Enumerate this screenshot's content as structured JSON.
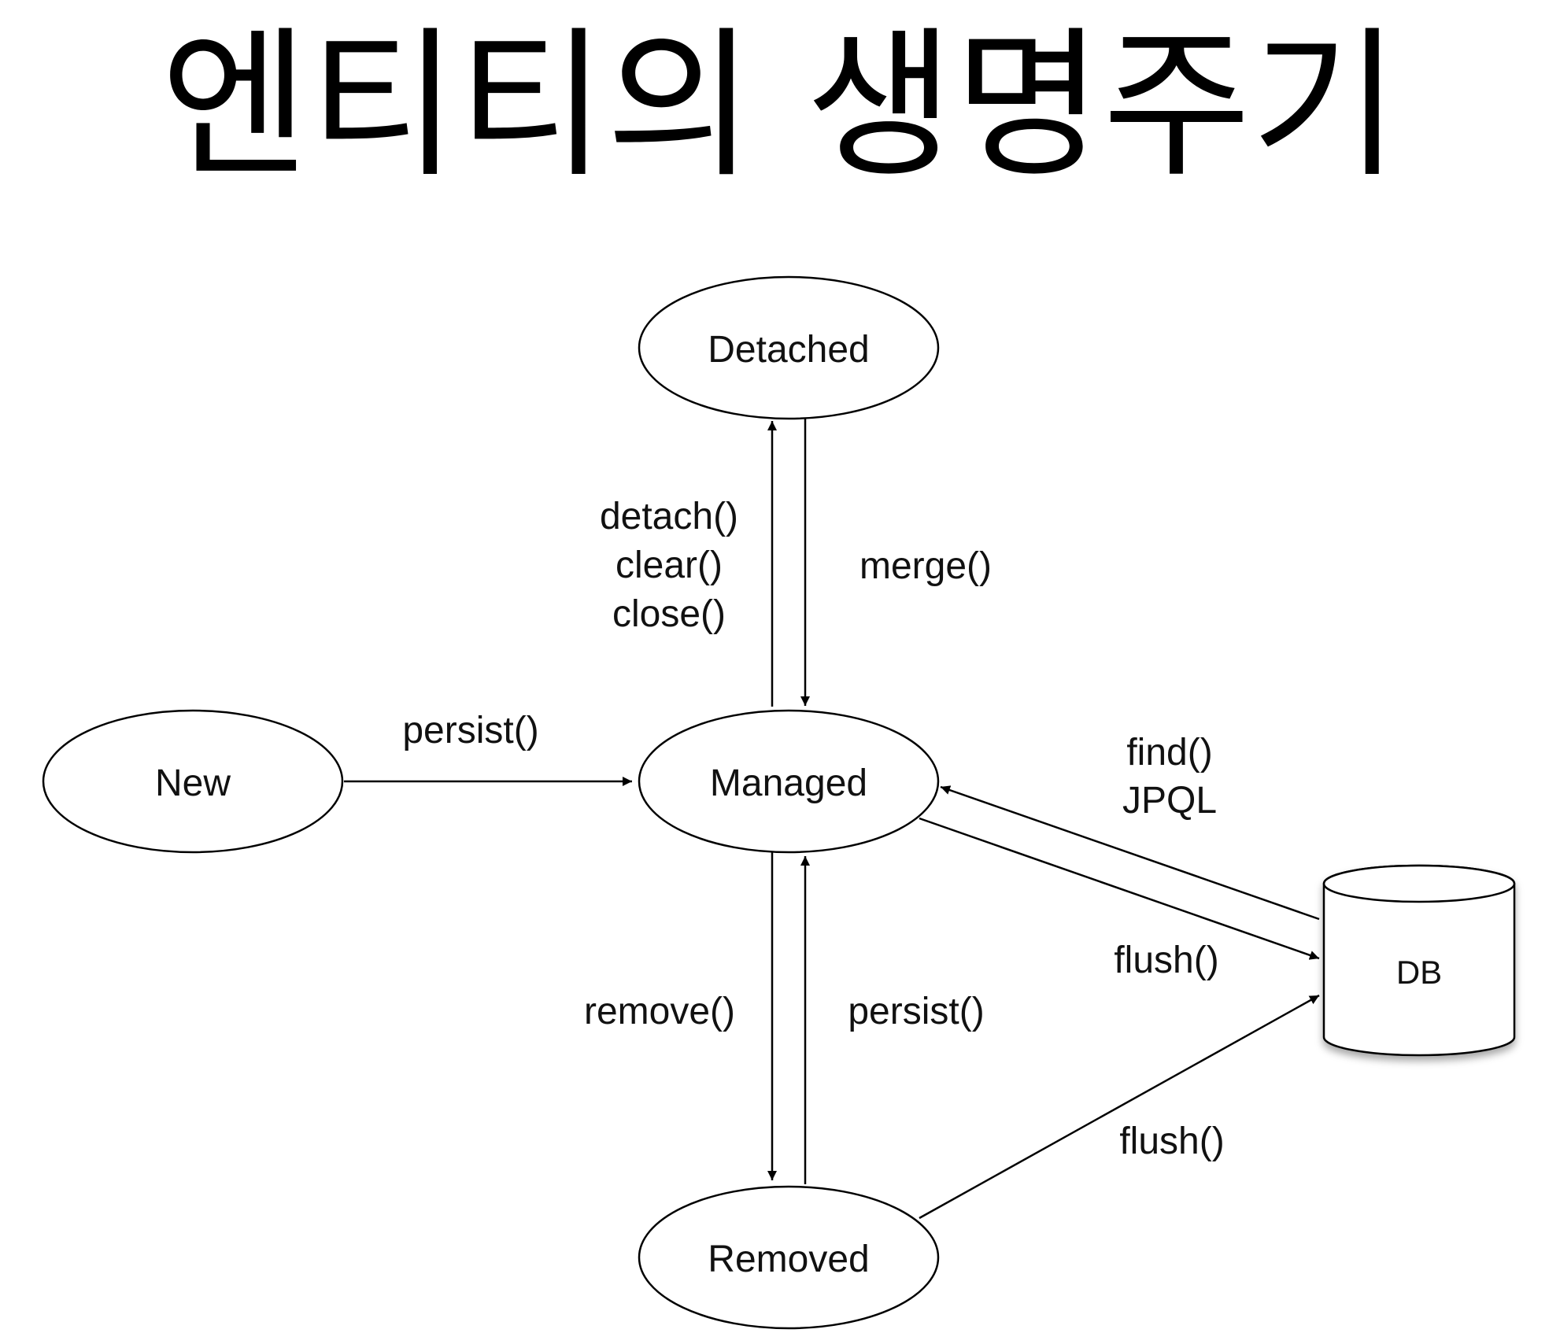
{
  "title": "엔티티의 생명주기",
  "nodes": {
    "detached": "Detached",
    "new": "New",
    "managed": "Managed",
    "removed": "Removed",
    "db": "DB"
  },
  "edges": {
    "detach": [
      "detach()",
      "clear()",
      "close()"
    ],
    "merge": "merge()",
    "persist_new": "persist()",
    "find": [
      "find()",
      "JPQL"
    ],
    "flush_managed": "flush()",
    "remove": "remove()",
    "persist_removed": "persist()",
    "flush_removed": "flush()"
  }
}
